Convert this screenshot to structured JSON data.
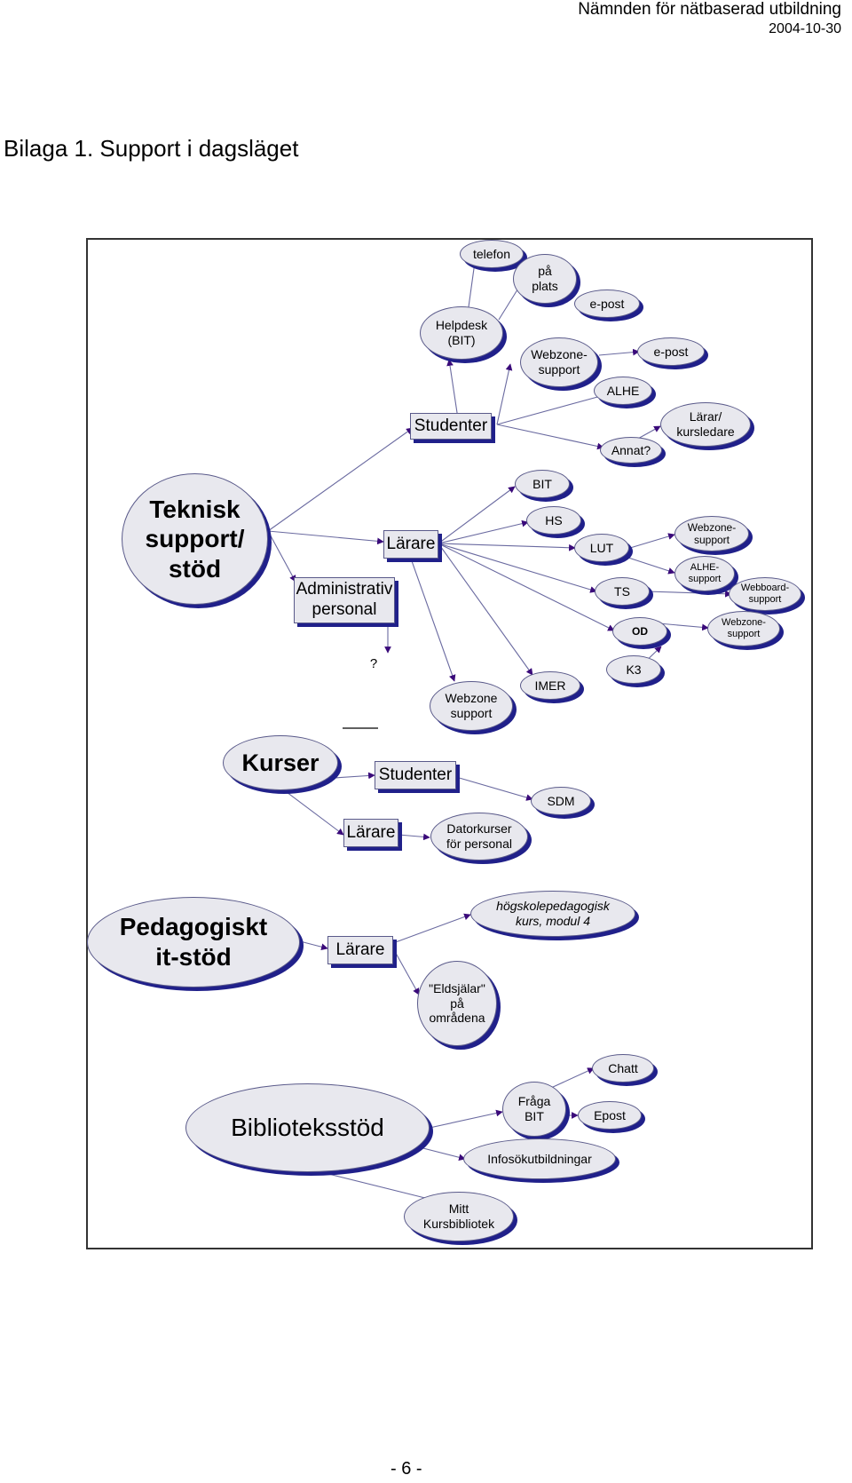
{
  "header": {
    "org": "Nämnden för nätbaserad utbildning",
    "date": "2004-10-30"
  },
  "title": "Bilaga 1. Support i dagsläget",
  "page_number": "- 6 -",
  "nodes": {
    "teknisk": "Teknisk\nsupport/\nstöd",
    "studenter_top": "Studenter",
    "helpdesk": "Helpdesk\n(BIT)",
    "telefon": "telefon",
    "pa_plats": "på\nplats",
    "epost1": "e-post",
    "webzone_support1": "Webzone-\nsupport",
    "epost2": "e-post",
    "alhe": "ALHE",
    "larar_kursledare": "Lärar/\nkursledare",
    "annat": "Annat?",
    "admin_personal": "Administrativ\npersonal",
    "larare_teknisk": "Lärare",
    "bit": "BIT",
    "hs": "HS",
    "lut": "LUT",
    "webzone_support2": "Webzone-\nsupport",
    "alhe_support": "ALHE-\nsupport",
    "ts": "TS",
    "webboard_support": "Webboard-\nsupport",
    "od": "OD",
    "webzone_support3": "Webzone-\nsupport",
    "k3": "K3",
    "imer": "IMER",
    "webzone_support4": "Webzone\nsupport",
    "question": "?",
    "kurser": "Kurser",
    "studenter_kurser": "Studenter",
    "sdm": "SDM",
    "larare_kurser": "Lärare",
    "datorkurser": "Datorkurser\nför personal",
    "pedagogiskt": "Pedagogiskt\nit-stöd",
    "larare_ped": "Lärare",
    "hogskolepedagogisk": "högskolepedagogisk\nkurs, modul 4",
    "eldsjalar": "\"Eldsjälar\"\npå\nområdena",
    "biblioteksstod": "Biblioteksstöd",
    "fraga_bit": "Fråga\nBIT",
    "chatt": "Chatt",
    "epost_bib": "Epost",
    "infosok": "Infosökutbildningar",
    "mitt_kursbibliotek": "Mitt\nKursbibliotek"
  },
  "colors": {
    "node_fill": "#e8e8ee",
    "shadow": "#20208a",
    "edge": "#6a6aa0",
    "arrow": "#3a0a7a"
  }
}
